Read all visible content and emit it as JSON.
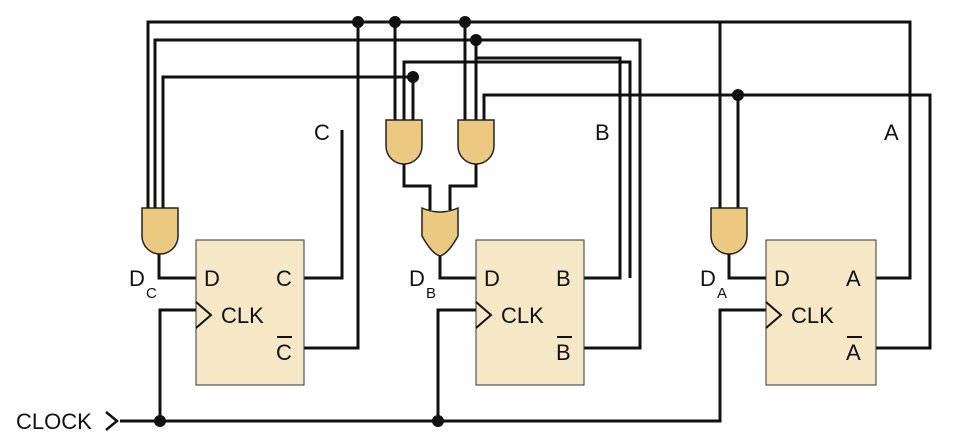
{
  "clock_label": "CLOCK",
  "flipflops": [
    {
      "id": "C",
      "d": "D",
      "clk": "CLK",
      "q": "C",
      "qbar": "C",
      "input": "D",
      "input_sub": "C"
    },
    {
      "id": "B",
      "d": "D",
      "clk": "CLK",
      "q": "B",
      "qbar": "B",
      "input": "D",
      "input_sub": "B"
    },
    {
      "id": "A",
      "d": "D",
      "clk": "CLK",
      "q": "A",
      "qbar": "A",
      "input": "D",
      "input_sub": "A"
    }
  ],
  "outputs": {
    "c": "C",
    "b": "B",
    "a": "A"
  },
  "colors": {
    "flipflop_fill": "#f6e8c6",
    "gate_fill": "#ecc980",
    "wire": "#111111"
  }
}
